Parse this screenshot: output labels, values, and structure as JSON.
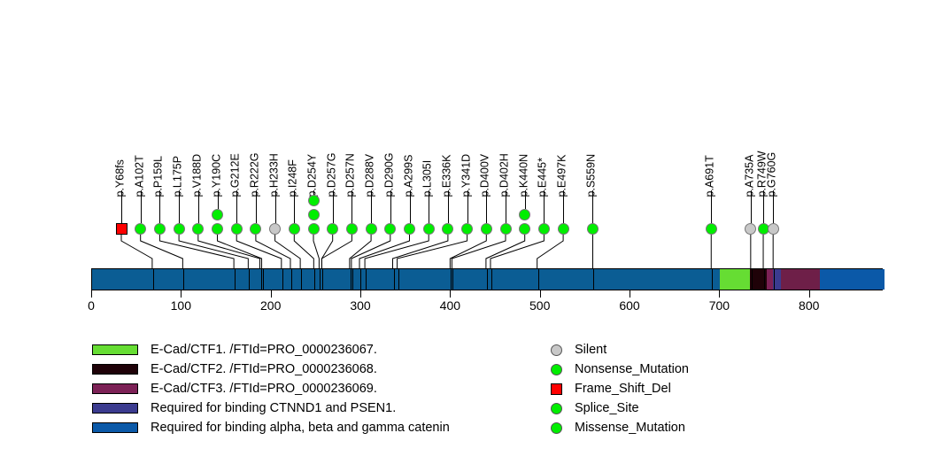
{
  "chart_data": {
    "type": "lollipop",
    "title": "",
    "xlabel": "",
    "ylabel": "",
    "xlim": [
      0,
      882
    ],
    "protein_length": 882,
    "axis_ticks": [
      0,
      100,
      200,
      300,
      400,
      500,
      600,
      700,
      800
    ],
    "mutations": [
      {
        "label": "p.Y68fs",
        "position": 68,
        "count": 1,
        "type": "Frame_Shift_Del",
        "color": "#ff0000",
        "shape": "square"
      },
      {
        "label": "p.A102T",
        "position": 102,
        "count": 1,
        "type": "Missense_Mutation",
        "color": "#00ee00",
        "shape": "circle"
      },
      {
        "label": "p.P159L",
        "position": 159,
        "count": 1,
        "type": "Missense_Mutation",
        "color": "#00ee00",
        "shape": "circle"
      },
      {
        "label": "p.L175P",
        "position": 175,
        "count": 1,
        "type": "Missense_Mutation",
        "color": "#00ee00",
        "shape": "circle"
      },
      {
        "label": "p.V188D",
        "position": 188,
        "count": 1,
        "type": "Missense_Mutation",
        "color": "#00ee00",
        "shape": "circle"
      },
      {
        "label": "p.Y190C",
        "position": 190,
        "count": 2,
        "type": "Missense_Mutation",
        "color": "#00ee00",
        "shape": "circle"
      },
      {
        "label": "p.G212E",
        "position": 212,
        "count": 1,
        "type": "Missense_Mutation",
        "color": "#00ee00",
        "shape": "circle"
      },
      {
        "label": "p.R222G",
        "position": 222,
        "count": 1,
        "type": "Missense_Mutation",
        "color": "#00ee00",
        "shape": "circle"
      },
      {
        "label": "p.H233H",
        "position": 233,
        "count": 1,
        "type": "Silent",
        "color": "#c8c8c8",
        "shape": "circle"
      },
      {
        "label": "p.I248F",
        "position": 248,
        "count": 1,
        "type": "Missense_Mutation",
        "color": "#00ee00",
        "shape": "circle"
      },
      {
        "label": "p.D254Y",
        "position": 254,
        "count": 3,
        "type": "Missense_Mutation",
        "color": "#00ee00",
        "shape": "circle"
      },
      {
        "label": "p.D257G",
        "position": 257,
        "count": 1,
        "type": "Missense_Mutation",
        "color": "#00ee00",
        "shape": "circle"
      },
      {
        "label": "p.D257N",
        "position": 257,
        "count": 1,
        "type": "Missense_Mutation",
        "color": "#00ee00",
        "shape": "circle"
      },
      {
        "label": "p.D288V",
        "position": 288,
        "count": 1,
        "type": "Missense_Mutation",
        "color": "#00ee00",
        "shape": "circle"
      },
      {
        "label": "p.D290G",
        "position": 290,
        "count": 1,
        "type": "Missense_Mutation",
        "color": "#00ee00",
        "shape": "circle"
      },
      {
        "label": "p.A299S",
        "position": 299,
        "count": 1,
        "type": "Missense_Mutation",
        "color": "#00ee00",
        "shape": "circle"
      },
      {
        "label": "p.L305I",
        "position": 305,
        "count": 1,
        "type": "Missense_Mutation",
        "color": "#00ee00",
        "shape": "circle"
      },
      {
        "label": "p.E336K",
        "position": 336,
        "count": 1,
        "type": "Missense_Mutation",
        "color": "#00ee00",
        "shape": "circle"
      },
      {
        "label": "p.Y341D",
        "position": 341,
        "count": 1,
        "type": "Missense_Mutation",
        "color": "#00ee00",
        "shape": "circle"
      },
      {
        "label": "p.D400V",
        "position": 400,
        "count": 1,
        "type": "Missense_Mutation",
        "color": "#00ee00",
        "shape": "circle"
      },
      {
        "label": "p.D402H",
        "position": 402,
        "count": 1,
        "type": "Missense_Mutation",
        "color": "#00ee00",
        "shape": "circle"
      },
      {
        "label": "p.K440N",
        "position": 440,
        "count": 2,
        "type": "Missense_Mutation",
        "color": "#00ee00",
        "shape": "circle"
      },
      {
        "label": "p.E445*",
        "position": 445,
        "count": 1,
        "type": "Nonsense_Mutation",
        "color": "#00ee00",
        "shape": "circle"
      },
      {
        "label": "p.E497K",
        "position": 497,
        "count": 1,
        "type": "Missense_Mutation",
        "color": "#00ee00",
        "shape": "circle"
      },
      {
        "label": "p.S559N",
        "position": 559,
        "count": 1,
        "type": "Missense_Mutation",
        "color": "#00ee00",
        "shape": "circle"
      },
      {
        "label": "p.A691T",
        "position": 691,
        "count": 1,
        "type": "Missense_Mutation",
        "color": "#00ee00",
        "shape": "circle"
      },
      {
        "label": "p.A735A",
        "position": 735,
        "count": 1,
        "type": "Silent",
        "color": "#c8c8c8",
        "shape": "circle"
      },
      {
        "label": "p.R749W",
        "position": 749,
        "count": 1,
        "type": "Missense_Mutation",
        "color": "#00ee00",
        "shape": "circle"
      },
      {
        "label": "p.G760G",
        "position": 760,
        "count": 1,
        "type": "Silent",
        "color": "#c8c8c8",
        "shape": "circle"
      }
    ],
    "domains": [
      {
        "label": "E-Cad/CTF1. /FTId=PRO_0000236067.",
        "start": 700,
        "end": 732,
        "color": "#66dd33"
      },
      {
        "label": "E-Cad/CTF2. /FTId=PRO_0000236068.",
        "start": 733,
        "end": 751,
        "color": "#1f0208"
      },
      {
        "label": "E-Cad/CTF3. /FTId=PRO_0000236069.",
        "start": 752,
        "end": 758,
        "color": "#7c2156"
      },
      {
        "label": "Required for binding CTNND1 and PSEN1.",
        "start": 759,
        "end": 767,
        "color": "#3b3b8f"
      },
      {
        "label": "Required for binding alpha, beta and gamma catenin",
        "start": 768,
        "end": 810,
        "color": "#6e1f48"
      },
      {
        "label": "Required for binding alpha, beta and gamma catenin",
        "start": 811,
        "end": 882,
        "color": "#0b59a8"
      }
    ]
  },
  "bar": {
    "base_color": "#0b5d94",
    "internal_tick_positions": [
      68,
      102,
      159,
      175,
      188,
      190,
      212,
      222,
      233,
      248,
      254,
      257,
      288,
      290,
      299,
      305,
      336,
      341,
      400,
      402,
      440,
      445,
      497,
      559,
      691,
      735,
      749,
      760
    ]
  },
  "legend": {
    "domains": [
      {
        "label": "E-Cad/CTF1. /FTId=PRO_0000236067.",
        "color": "#66dd33"
      },
      {
        "label": "E-Cad/CTF2. /FTId=PRO_0000236068.",
        "color": "#1f0208"
      },
      {
        "label": "E-Cad/CTF3. /FTId=PRO_0000236069.",
        "color": "#7c2156"
      },
      {
        "label": "Required for binding CTNND1 and PSEN1.",
        "color": "#3b3b8f"
      },
      {
        "label": "Required for binding alpha, beta and gamma catenin",
        "color": "#0b59a8"
      }
    ],
    "variants": [
      {
        "label": "Silent",
        "color": "#c8c8c8",
        "shape": "circle"
      },
      {
        "label": "Nonsense_Mutation",
        "color": "#00ee00",
        "shape": "circle"
      },
      {
        "label": "Frame_Shift_Del",
        "color": "#ff0000",
        "shape": "square"
      },
      {
        "label": "Splice_Site",
        "color": "#00ee00",
        "shape": "circle"
      },
      {
        "label": "Missense_Mutation",
        "color": "#00ee00",
        "shape": "circle"
      }
    ]
  }
}
